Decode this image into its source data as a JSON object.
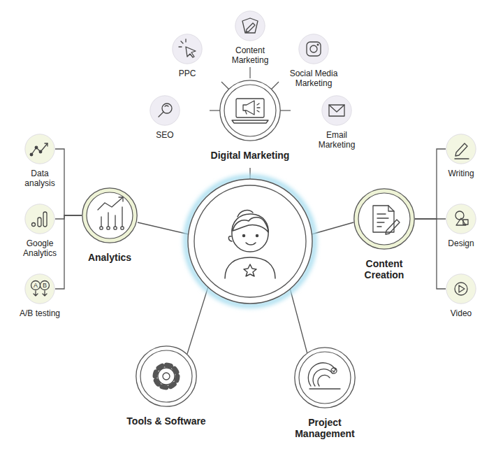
{
  "diagram": {
    "nodes": [
      {
        "text": [
          "Content Marketing"
        ]
      },
      {
        "text": [
          "PPC"
        ]
      },
      {
        "text": [
          "Social Media Marketing"
        ]
      },
      {
        "text": [
          "SEO"
        ]
      },
      {
        "text": [
          "Email Marketing"
        ]
      },
      {
        "text": [
          "Digital Marketing"
        ]
      },
      {
        "text": [
          "Data analysis"
        ]
      },
      {
        "text": [
          "Writing"
        ]
      },
      {
        "text": [
          "Analytics"
        ]
      },
      {
        "text": [
          "Google Analytics"
        ]
      },
      {
        "text": [
          "Content Creation"
        ]
      },
      {
        "text": [
          "Design"
        ]
      },
      {
        "text": [
          "A/B testing"
        ]
      },
      {
        "text": [
          "Video"
        ]
      },
      {
        "text": [
          "Tools & Software"
        ]
      },
      {
        "text": [
          "Project Management"
        ]
      }
    ],
    "edges": [
      {
        "from": 8,
        "to": 6,
        "arrow": "none"
      },
      {
        "from": 8,
        "to": 9,
        "arrow": "none"
      },
      {
        "from": 8,
        "to": 12,
        "arrow": "none"
      },
      {
        "from": 10,
        "to": 7,
        "arrow": "none"
      },
      {
        "from": 10,
        "to": 11,
        "arrow": "none"
      },
      {
        "from": 10,
        "to": 13,
        "arrow": "none"
      }
    ],
    "labels": [
      "A",
      "B"
    ]
  }
}
